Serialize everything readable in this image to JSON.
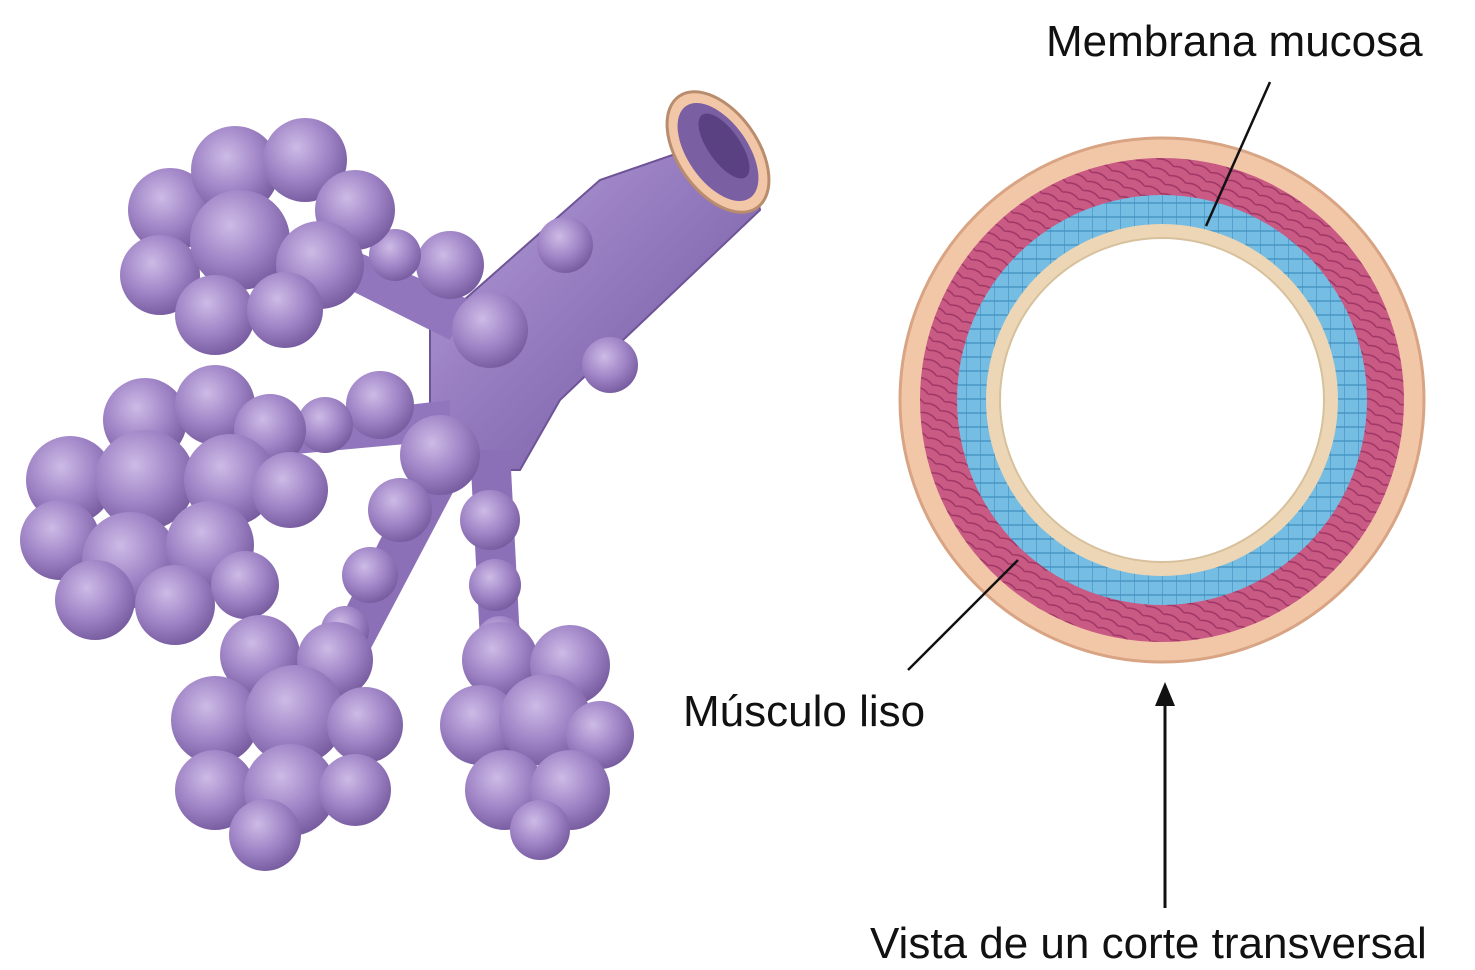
{
  "labels": {
    "mucous_membrane": "Membrana mucosa",
    "smooth_muscle": "Músculo liso",
    "cross_section_view": "Vista de un corte transversal"
  },
  "colors": {
    "bronchiole_purple": "#9a7fc0",
    "bronchiole_dark": "#7a5fa3",
    "bronchiole_light": "#c8b6e2",
    "outer_layer_peach": "#f2c7a8",
    "muscle_layer_magenta": "#c4577f",
    "mucosa_blue": "#6fb8de",
    "inner_lining_beige": "#ecd6b5",
    "text": "#111111"
  }
}
